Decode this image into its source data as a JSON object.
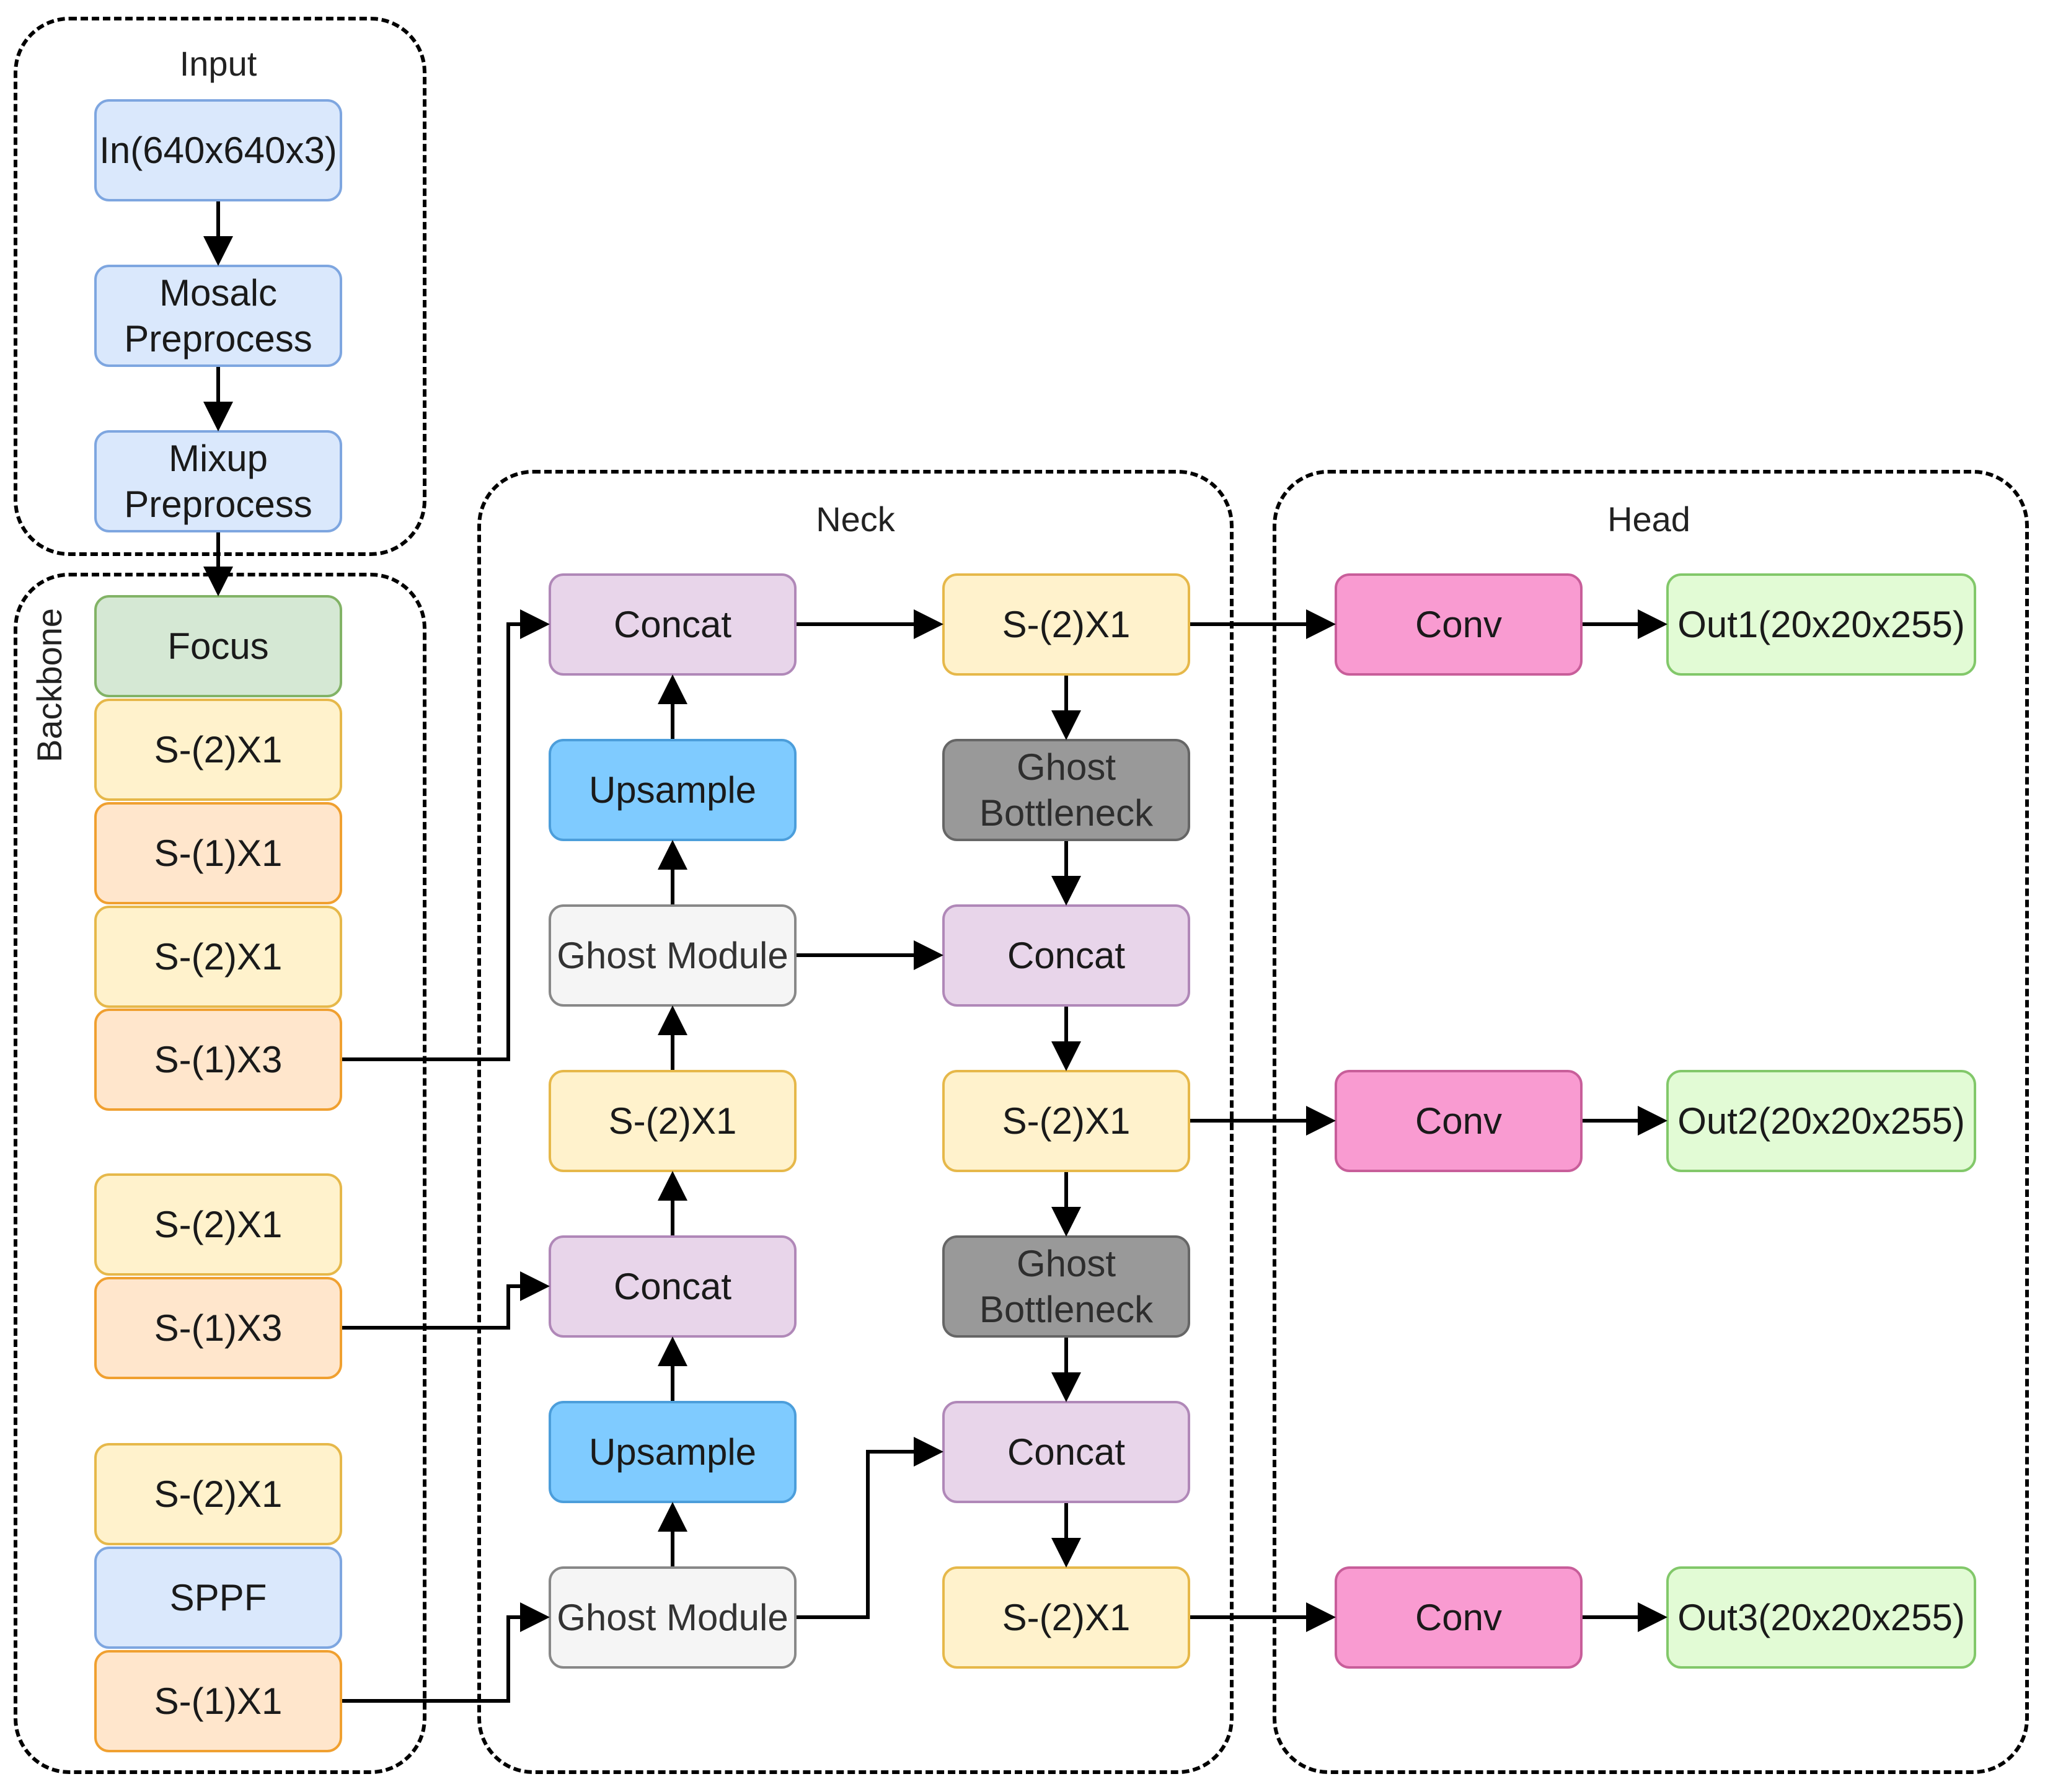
{
  "groups": {
    "input": "Input",
    "backbone": "Backbone",
    "neck": "Neck",
    "head": "Head"
  },
  "colors": {
    "blue_light": "#dae8fc",
    "blue_light_border": "#7ea6e0",
    "yellow": "#fff2cc",
    "yellow_border": "#e6b84a",
    "orange": "#ffe6cc",
    "orange_border": "#f0a030",
    "green": "#d5e8d4",
    "green_border": "#82b366",
    "purple": "#e8d5ea",
    "purple_border": "#b088b8",
    "upsample": "#7fcbff",
    "upsample_border": "#4c9edb",
    "ghost_module": "#f5f5f5",
    "ghost_module_border": "#888888",
    "ghost_bottleneck": "#999999",
    "ghost_bottleneck_border": "#666666",
    "conv": "#f99bd1",
    "conv_border": "#c85e9a",
    "out": "#e2fbd5",
    "out_border": "#82c86a"
  },
  "nodes": {
    "in": "In(640x640x3)",
    "mosaic": "Mosalc\nPreprocess",
    "mixup": "Mixup\nPreprocess",
    "focus": "Focus",
    "b1": "S-(2)X1",
    "b2": "S-(1)X1",
    "b3": "S-(2)X1",
    "b4": "S-(1)X3",
    "b5": "S-(2)X1",
    "b6": "S-(1)X3",
    "b7": "S-(2)X1",
    "sppf": "SPPF",
    "b8": "S-(1)X1",
    "n_concat1": "Concat",
    "n_upsample1": "Upsample",
    "n_ghostmod1": "Ghost Module",
    "n_s1": "S-(2)X1",
    "n_concat2": "Concat",
    "n_upsample2": "Upsample",
    "n_ghostmod2": "Ghost Module",
    "r_s1": "S-(2)X1",
    "r_gb1": "Ghost\nBottleneck",
    "r_concat1": "Concat",
    "r_s2": "S-(2)X1",
    "r_gb2": "Ghost\nBottleneck",
    "r_concat2": "Concat",
    "r_s3": "S-(2)X1",
    "conv1": "Conv",
    "conv2": "Conv",
    "conv3": "Conv",
    "out1": "Out1(20x20x255)",
    "out2": "Out2(20x20x255)",
    "out3": "Out3(20x20x255)"
  }
}
